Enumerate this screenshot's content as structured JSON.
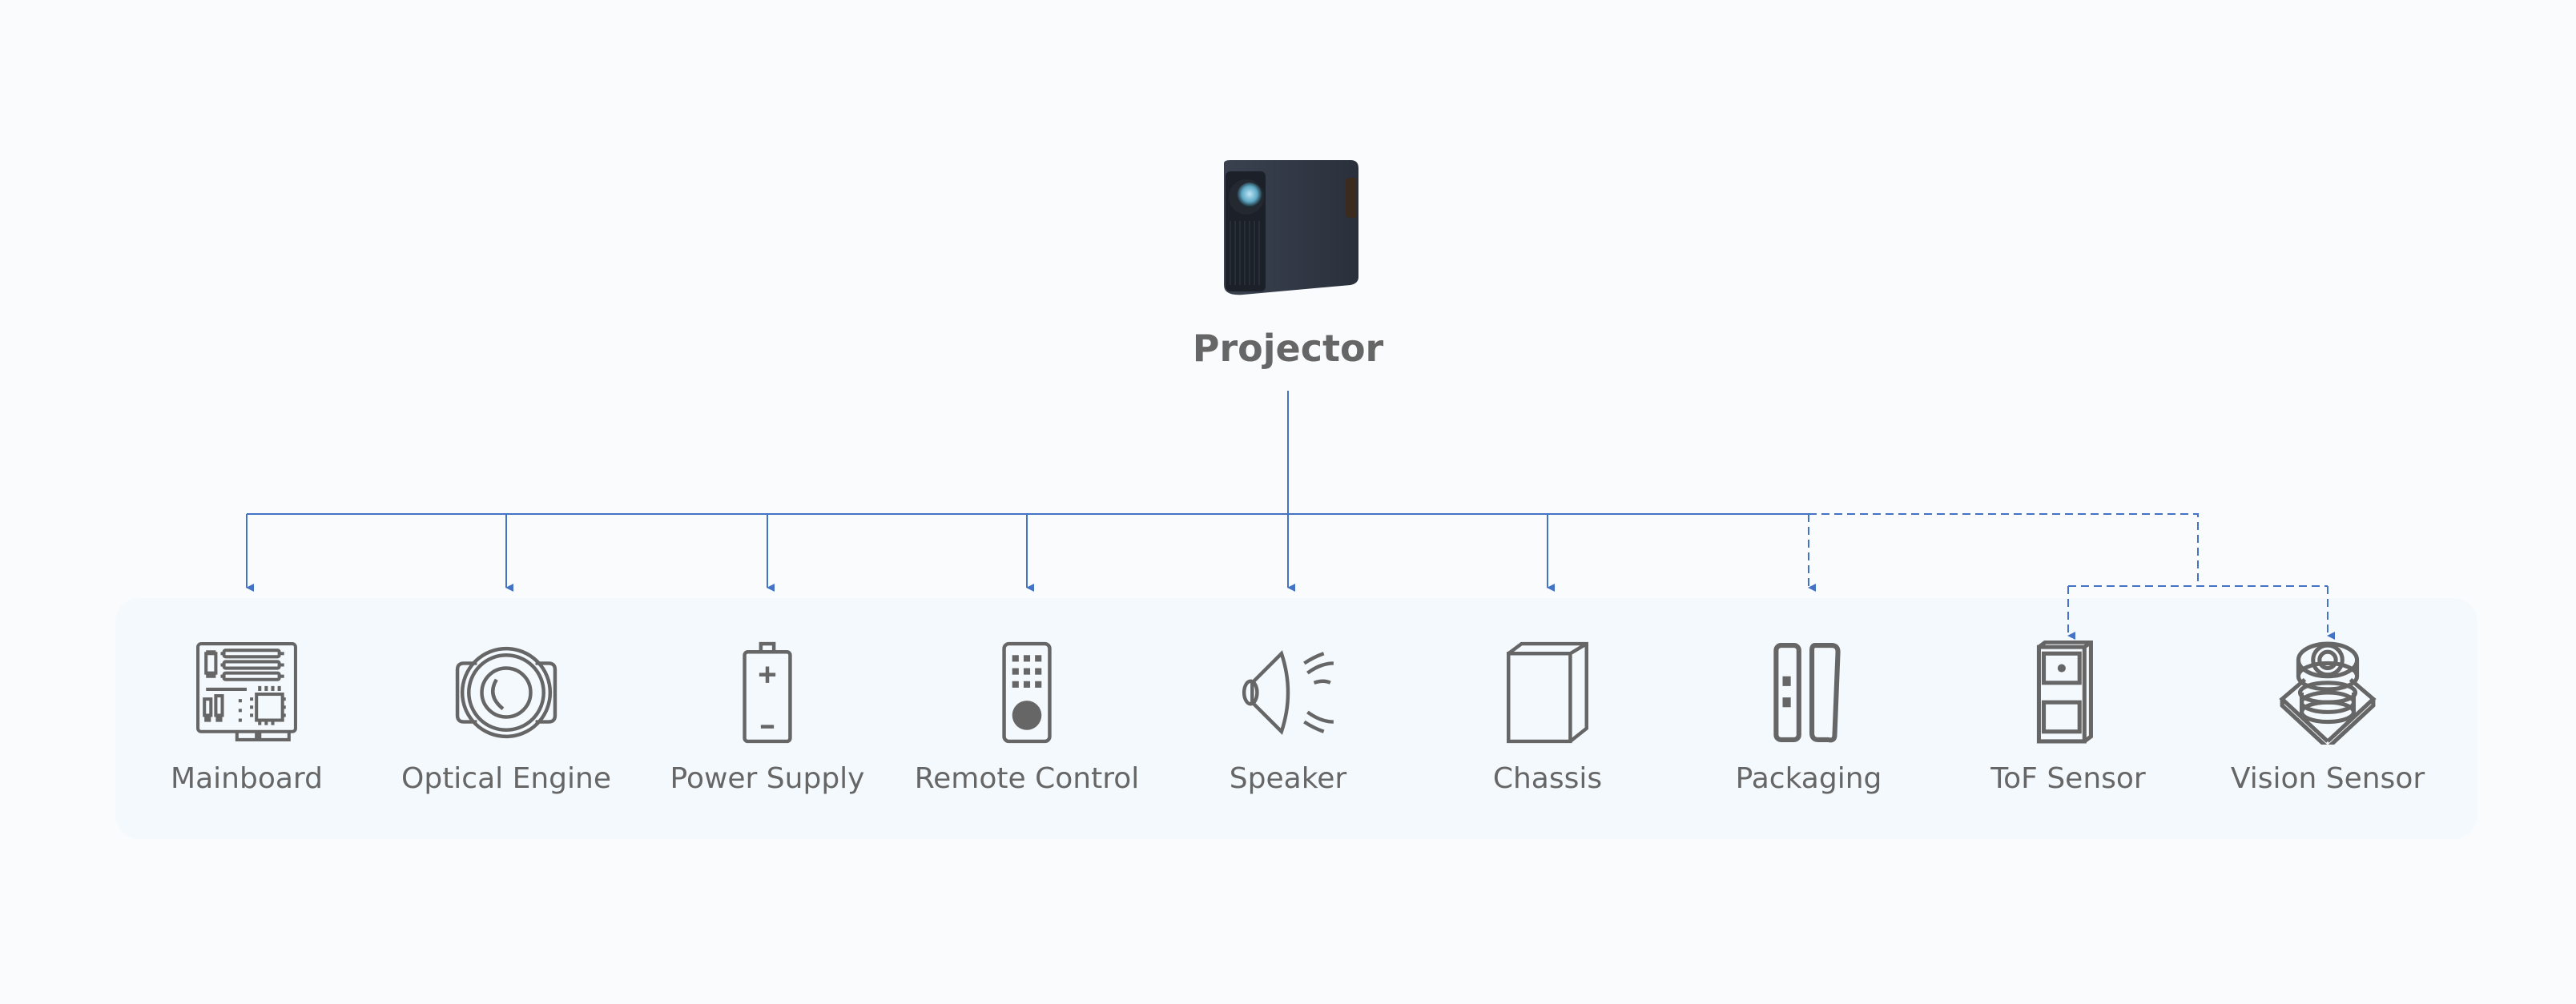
{
  "root": {
    "label": "Projector",
    "icon": "projector-image"
  },
  "colors": {
    "line": "#4472c4",
    "icon": "#666666",
    "label": "#666666",
    "panel": "#f3f9fd",
    "background": "#f9fbfd"
  },
  "children": [
    {
      "label": "Mainboard",
      "icon": "circuit-board-icon",
      "link": "solid"
    },
    {
      "label": "Optical Engine",
      "icon": "lens-icon",
      "link": "solid"
    },
    {
      "label": "Power Supply",
      "icon": "battery-icon",
      "link": "solid"
    },
    {
      "label": "Remote Control",
      "icon": "remote-icon",
      "link": "solid"
    },
    {
      "label": "Speaker",
      "icon": "speaker-icon",
      "link": "solid"
    },
    {
      "label": "Chassis",
      "icon": "box-icon",
      "link": "solid"
    },
    {
      "label": "Packaging",
      "icon": "packaging-icon",
      "link": "solid"
    },
    {
      "label": "ToF Sensor",
      "icon": "tof-sensor-icon",
      "link": "dashed"
    },
    {
      "label": "Vision Sensor",
      "icon": "camera-lens-icon",
      "link": "dashed"
    }
  ]
}
